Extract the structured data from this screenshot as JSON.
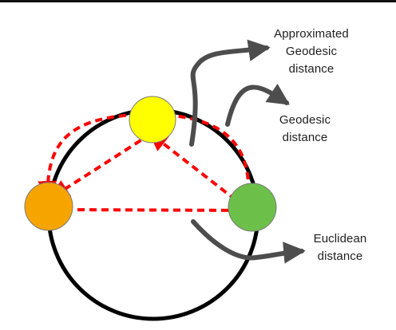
{
  "labels": {
    "approximated_geodesic": [
      "Approximated",
      "Geodesic",
      "distance"
    ],
    "geodesic": [
      "Geodesic",
      "distance"
    ],
    "euclidean": [
      "Euclidean",
      "distance"
    ]
  },
  "colors": {
    "circle": "#000000",
    "path": "#ff0000",
    "arrow": "#4d4d4d",
    "node_top": "#ffff00",
    "node_left": "#f6a500",
    "node_right": "#6cc04a",
    "node_outline": "#7a7a7a",
    "top_rule": "#111111"
  }
}
